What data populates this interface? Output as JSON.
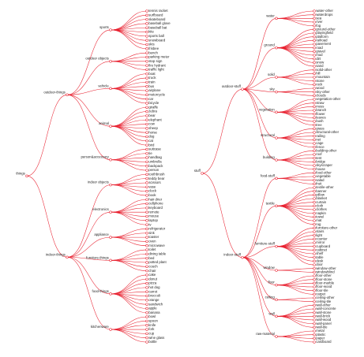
{
  "colors": {
    "edge": "#e8202f",
    "node": "#e8202f",
    "text": "#222222"
  },
  "trees": [
    {
      "name": "things",
      "children": [
        {
          "name": "outdoor-things",
          "children": [
            {
              "name": "sports",
              "children": [
                "tennis racket",
                "surfboard",
                "skateboard",
                "baseball glove",
                "baseball bat",
                "kite",
                "sports ball",
                "snowboard",
                "skis",
                "frisbee"
              ]
            },
            {
              "name": "outdoor objects",
              "children": [
                "bench",
                "parking meter",
                "stop sign",
                "fire hydrant",
                "traffic light"
              ]
            },
            {
              "name": "vehicle",
              "children": [
                "boat",
                "truck",
                "train",
                "bus",
                "airplane",
                "motorcycle",
                "car",
                "bicycle"
              ]
            },
            {
              "name": "animal",
              "children": [
                "giraffe",
                "zebra",
                "bear",
                "elephant",
                "cow",
                "sheep",
                "horse",
                "dog",
                "cat",
                "bird"
              ]
            },
            {
              "name": "person&accessory",
              "children": [
                "suitcase",
                "tie",
                "handbag",
                "umbrella",
                "backpack",
                "person"
              ]
            }
          ]
        },
        {
          "name": "indoor-things",
          "children": [
            {
              "name": "indoor objects",
              "children": [
                "toothbrush",
                "teddy bear",
                "scissors",
                "vase",
                "clock",
                "book"
              ]
            },
            {
              "name": "electronics",
              "children": [
                "hair drier",
                "cellphone",
                "keyboard",
                "remote",
                "mouse",
                "laptop",
                "tv"
              ]
            },
            {
              "name": "appliance",
              "children": [
                "refrigerator",
                "sink",
                "toaster",
                "oven",
                "microwave"
              ]
            },
            {
              "name": "furniture-things",
              "children": [
                "toilet",
                "dining table",
                "bed",
                "potted plant",
                "couch",
                "chair"
              ]
            },
            {
              "name": "food-things",
              "children": [
                "cake",
                "donut",
                "pizza",
                "hot dog",
                "carrot",
                "broccoli",
                "orange",
                "sandwich",
                "apple",
                "banana"
              ]
            },
            {
              "name": "kitchenware",
              "children": [
                "bowl",
                "spoon",
                "knife",
                "fork",
                "cup",
                "wine glass",
                "bottle"
              ]
            }
          ]
        }
      ]
    },
    {
      "name": "stuff",
      "children": [
        {
          "name": "outdoor-stuff",
          "children": [
            {
              "name": "water",
              "children": [
                "water-other",
                "waterdrops",
                "sea",
                "river",
                "fog"
              ]
            },
            {
              "name": "ground",
              "children": [
                "ground-other",
                "playingfield",
                "platform",
                "railroad",
                "pavement",
                "road",
                "gravel",
                "mud",
                "dirt",
                "snow",
                "sand"
              ]
            },
            {
              "name": "solid",
              "children": [
                "solid-other",
                "hill",
                "mountain",
                "stone",
                "rock"
              ]
            },
            {
              "name": "sky",
              "children": [
                "wood",
                "sky-other",
                "clouds"
              ]
            },
            {
              "name": "vegetation",
              "children": [
                "vegetation-other",
                "straw",
                "moss",
                "branch",
                "flower",
                "leaves",
                "bush",
                "tree"
              ]
            },
            {
              "name": "structural",
              "children": [
                "grass",
                "structural-other",
                "railing",
                "net",
                "cage",
                "fence"
              ]
            },
            {
              "name": "building",
              "children": [
                "building-other",
                "roof",
                "tent",
                "bridge",
                "skyscraper",
                "house"
              ]
            }
          ]
        },
        {
          "name": "indoor-stuff",
          "children": [
            {
              "name": "food-stuff",
              "children": [
                "food-other",
                "vegetable",
                "salad",
                "fruit"
              ]
            },
            {
              "name": "textile",
              "children": [
                "textile-other",
                "banner",
                "pillow",
                "blanket",
                "curtain",
                "cloth",
                "clothes",
                "napkin",
                "towel",
                "mat",
                "rug"
              ]
            },
            {
              "name": "furniture-stuff",
              "children": [
                "furniture-other",
                "stairs",
                "light",
                "counter",
                "mirror",
                "cupboard",
                "cabinet",
                "shelf",
                "table",
                "desk",
                "door"
              ]
            },
            {
              "name": "window",
              "children": [
                "window-other",
                "windowblind"
              ]
            },
            {
              "name": "floor",
              "children": [
                "floor-other",
                "floor-stone",
                "floor-marble",
                "floor-wood",
                "floor-tile",
                "carpet"
              ]
            },
            {
              "name": "ceiling",
              "children": [
                "ceiling-other",
                "ceiling-tile"
              ]
            },
            {
              "name": "wall",
              "children": [
                "wall-other",
                "wall-concrete",
                "wall-stone",
                "wall-brick",
                "wall-wood",
                "wall-panel",
                "wall-tile"
              ]
            },
            {
              "name": "raw-material",
              "children": [
                "metal",
                "plastic",
                "paper",
                "cardboard"
              ]
            }
          ]
        }
      ]
    }
  ]
}
